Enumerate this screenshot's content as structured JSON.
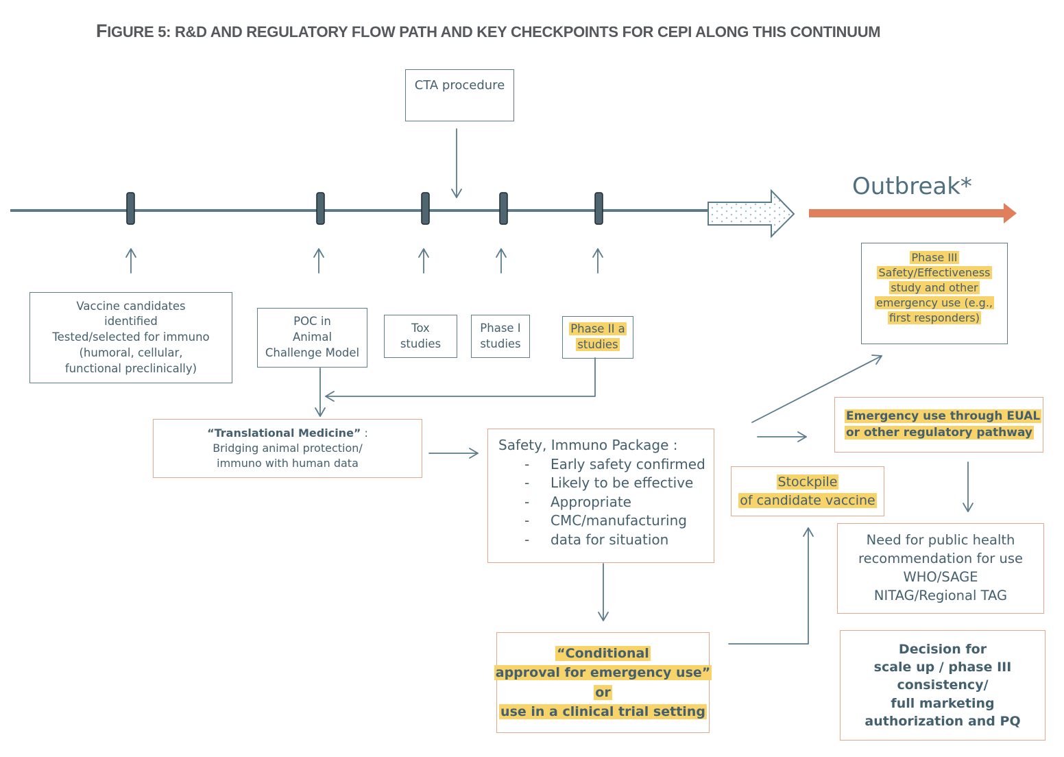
{
  "title": {
    "prefix": "F",
    "rest": "IGURE 5: R&D AND REGULATORY FLOW PATH AND KEY CHECKPOINTS FOR CEPI ALONG THIS CONTINUUM"
  },
  "outbreak_label": "Outbreak*",
  "cta": "CTA procedure",
  "vaccine": [
    "Vaccine candidates",
    "identified",
    "Tested/selected for immuno",
    "(humoral, cellular,",
    "functional preclinically)"
  ],
  "poc": [
    "POC in",
    "Animal",
    "Challenge Model"
  ],
  "tox": [
    "Tox",
    "studies"
  ],
  "phase1": [
    "Phase I",
    "studies"
  ],
  "phase2a": [
    "Phase II a",
    "studies"
  ],
  "phase3": [
    "Phase III",
    "Safety/Effectiveness",
    "study and other",
    "emergency use (e.g.,",
    "first responders)"
  ],
  "translational": {
    "title": "“Translational Medicine”",
    "suffix": " :",
    "lines": [
      "Bridging  animal protection/",
      "immuno with human data"
    ]
  },
  "safety": {
    "heading": "Safety, Immuno Package :",
    "items": [
      "Early safety confirmed",
      "Likely to be effective",
      "Appropriate",
      "CMC/manufacturing",
      "data for situation"
    ]
  },
  "emergency": [
    "Emergency use through EUAL",
    "or other regulatory pathway"
  ],
  "stockpile": [
    "Stockpile",
    "of candidate vaccine"
  ],
  "conditional": [
    "“Conditional",
    "approval for emergency use”",
    "or",
    "use in a clinical trial setting"
  ],
  "public_health": [
    "Need for public health",
    "recommendation for use",
    "WHO/SAGE",
    "NITAG/Regional TAG"
  ],
  "decision": [
    "Decision for",
    "scale up / phase III",
    "consistency/",
    "full marketing",
    "authorization  and PQ"
  ],
  "colors": {
    "line": "#5a7b8c",
    "box_blue": "#5f7c8b",
    "box_orange": "#e7a58b",
    "highlight": "#f7d369",
    "outbreak_arrow": "#e07f5b",
    "text": "#44606e"
  }
}
